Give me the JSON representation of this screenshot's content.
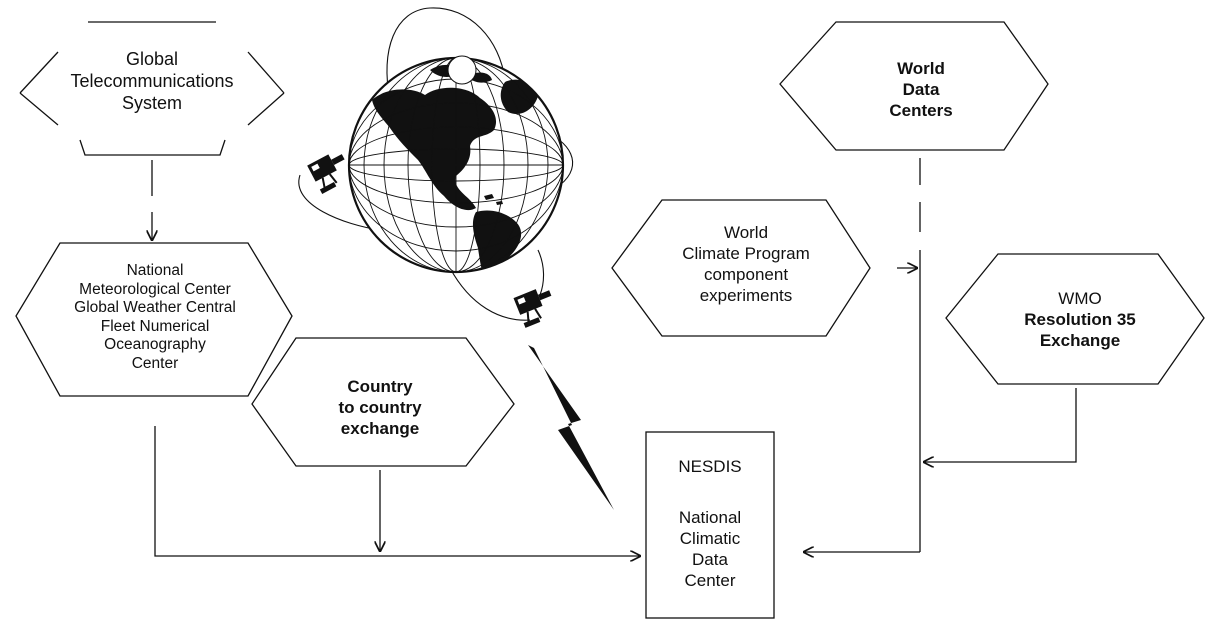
{
  "nodes": {
    "gts": {
      "lines": [
        "Global",
        "Telecommunications",
        "System"
      ]
    },
    "nmc": {
      "lines": [
        "National",
        "Meteorological Center",
        "Global Weather Central",
        "Fleet Numerical",
        "Oceanography",
        "Center"
      ]
    },
    "country": {
      "lines": [
        "Country",
        "to country",
        "exchange"
      ]
    },
    "wdc": {
      "lines": [
        "World",
        "Data",
        "Centers"
      ]
    },
    "wcp": {
      "lines": [
        "World",
        "Climate Program",
        "component",
        "experiments"
      ]
    },
    "wmo": {
      "lines": [
        "WMO",
        "Resolution 35",
        "Exchange"
      ]
    },
    "ncdc": {
      "top": "NESDIS",
      "lines": [
        "National",
        "Climatic",
        "Data",
        "Center"
      ]
    }
  },
  "colors": {
    "ink": "#111111",
    "background": "#ffffff"
  },
  "icons": [
    "globe-icon",
    "satellite-icon",
    "lightning-bolt-icon"
  ]
}
